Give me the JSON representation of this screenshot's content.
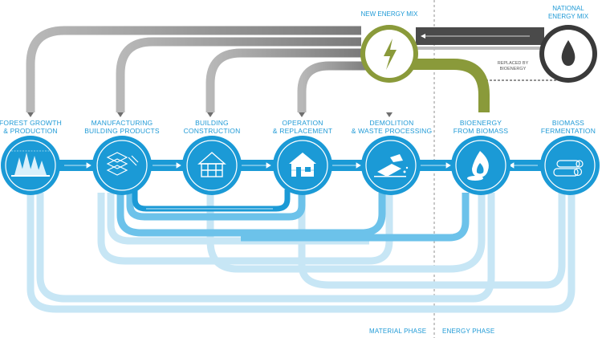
{
  "title_new_energy": "NEW ENERGY MIX",
  "title_national": [
    "NATIONAL",
    "ENERGY MIX"
  ],
  "replaced_by": [
    "REPLACED BY",
    "BIOENERGY"
  ],
  "phases": {
    "material": "MATERIAL PHASE",
    "energy": "ENERGY PHASE"
  },
  "stages": [
    {
      "line1": "FOREST GROWTH",
      "line2": "& PRODUCTION",
      "icon": "forest-icon"
    },
    {
      "line1": "MANUFACTURING",
      "line2": "BUILDING PRODUCTS",
      "icon": "lumber-icon"
    },
    {
      "line1": "BUILDING",
      "line2": "CONSTRUCTION",
      "icon": "house-frame-icon"
    },
    {
      "line1": "OPERATION",
      "line2": "& REPLACEMENT",
      "icon": "cabin-icon"
    },
    {
      "line1": "DEMOLITION",
      "line2": "& WASTE PROCESSING",
      "icon": "demolition-icon"
    },
    {
      "line1": "BIOENERGY",
      "line2": "FROM BIOMASS",
      "icon": "fire-icon"
    },
    {
      "line1": "BIOMASS",
      "line2": "FERMENTATION",
      "icon": "logs-icon"
    }
  ],
  "colors": {
    "blue": "#1b9ad6",
    "light_blue": "#b9def1",
    "mid_blue": "#5ab8e6",
    "gray": "#9a9a9a",
    "olive": "#8a9a3a",
    "dark": "#3a3a3a"
  }
}
